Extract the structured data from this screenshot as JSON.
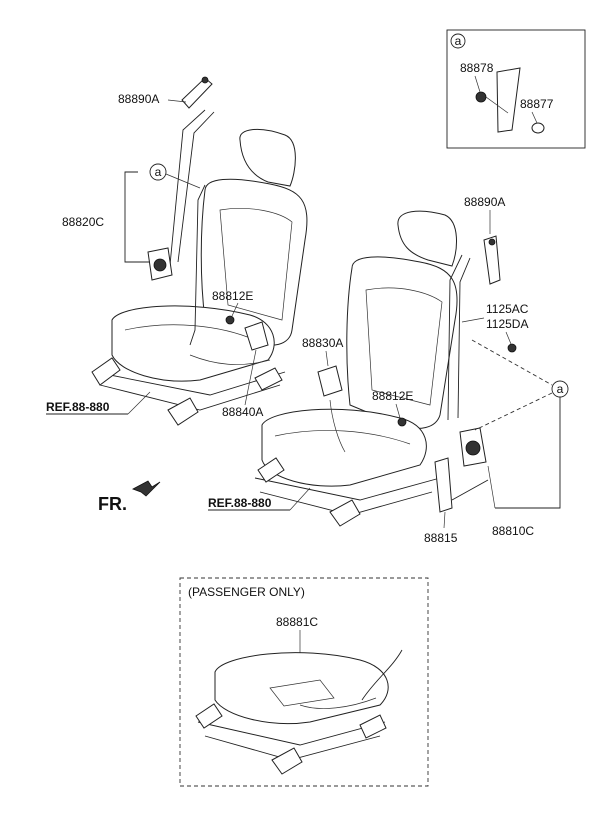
{
  "callouts": {
    "p88890A_left": "88890A",
    "p88820C": "88820C",
    "p88812E_left": "88812E",
    "p88840A": "88840A",
    "p88830A": "88830A",
    "p88812E_right": "88812E",
    "p88890A_right": "88890A",
    "p1125AC": "1125AC",
    "p1125DA": "1125DA",
    "p88815": "88815",
    "p88810C": "88810C",
    "p88878": "88878",
    "p88877": "88877",
    "p88881C": "88881C"
  },
  "circle_marks": {
    "detail_a": "a",
    "left_a": "a",
    "right_a": "a"
  },
  "references": {
    "ref_left": "REF.88-880",
    "ref_right": "REF.88-880"
  },
  "direction": {
    "front": "FR."
  },
  "passenger_box": {
    "title": "(PASSENGER ONLY)"
  }
}
